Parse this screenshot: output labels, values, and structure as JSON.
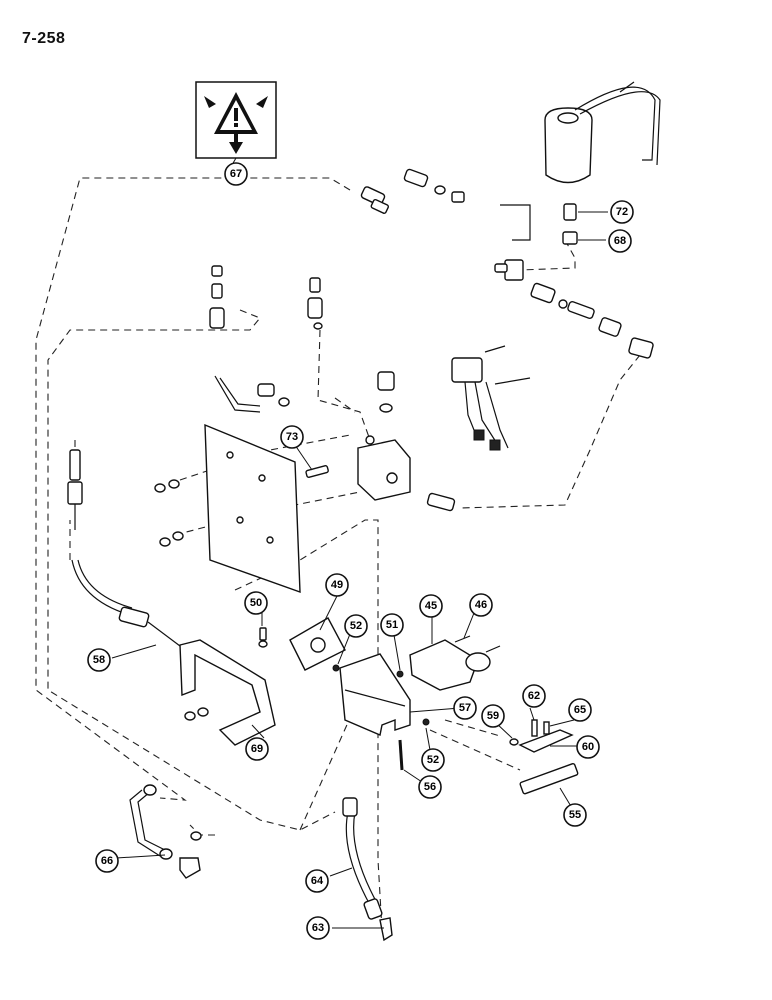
{
  "page_number": "7-258",
  "callouts": [
    {
      "id": "c45",
      "label": "45"
    },
    {
      "id": "c46",
      "label": "46"
    },
    {
      "id": "c49",
      "label": "49"
    },
    {
      "id": "c50",
      "label": "50"
    },
    {
      "id": "c51",
      "label": "51"
    },
    {
      "id": "c52a",
      "label": "52"
    },
    {
      "id": "c52b",
      "label": "52"
    },
    {
      "id": "c55",
      "label": "55"
    },
    {
      "id": "c56",
      "label": "56"
    },
    {
      "id": "c57",
      "label": "57"
    },
    {
      "id": "c58",
      "label": "58"
    },
    {
      "id": "c59",
      "label": "59"
    },
    {
      "id": "c60",
      "label": "60"
    },
    {
      "id": "c62",
      "label": "62"
    },
    {
      "id": "c63",
      "label": "63"
    },
    {
      "id": "c64",
      "label": "64"
    },
    {
      "id": "c65",
      "label": "65"
    },
    {
      "id": "c66",
      "label": "66"
    },
    {
      "id": "c67",
      "label": "67"
    },
    {
      "id": "c68",
      "label": "68"
    },
    {
      "id": "c69",
      "label": "69"
    },
    {
      "id": "c72",
      "label": "72"
    },
    {
      "id": "c73",
      "label": "73"
    }
  ]
}
